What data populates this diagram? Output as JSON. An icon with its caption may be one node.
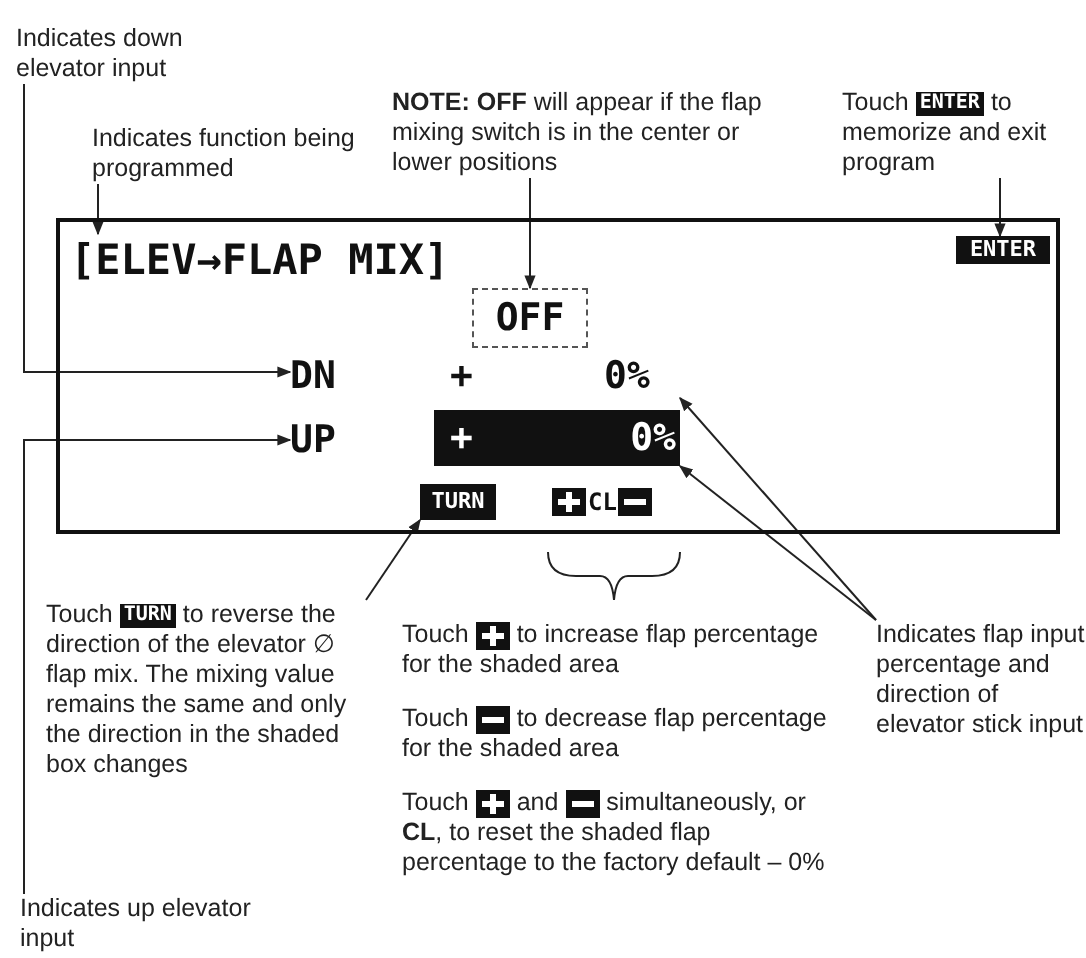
{
  "diagram": {
    "nodes": [
      {
        "text": [
          "Indicates down elevator input"
        ]
      },
      {
        "text": [
          "Indicates function being programmed"
        ]
      },
      {
        "text": [
          "**NOTE: OFF** will appear if the flap mixing switch is in the center or lower positions"
        ]
      },
      {
        "text": [
          "Touch",
          "ENTER",
          "to memorize and exit program"
        ]
      },
      {
        "text": [],
        "shape": "box"
      },
      {
        "text": [
          "[ELEV→FLAP MIX]"
        ],
        "in": 4
      },
      {
        "text": [
          "ENTER"
        ],
        "in": 4
      },
      {
        "text": [
          "OFF"
        ],
        "in": 4
      },
      {
        "text": [
          "DN"
        ],
        "in": 4
      },
      {
        "text": [
          "+"
        ],
        "in": 4
      },
      {
        "text": [
          "0%"
        ],
        "in": 4
      },
      {
        "text": [
          "UP"
        ],
        "in": 4
      },
      {
        "text": [
          "+",
          "0%"
        ],
        "in": 4
      },
      {
        "text": [
          "TURN"
        ],
        "in": 4
      },
      {
        "text": [
          "CL"
        ],
        "in": 4
      },
      {
        "text": [
          "Touch",
          "TURN",
          "to reverse the direction of the elevator ∅ flap mix. The mixing value remains the same and only the direction in the shaded box changes"
        ]
      },
      {
        "text": [
          "Indicates flap input percentage and direction of elevator stick input"
        ]
      },
      {
        "text": [
          "Indicates up elevator input"
        ]
      }
    ],
    "edges": [
      {
        "from": 0,
        "to": 8,
        "arrow": "to"
      },
      {
        "from": 1,
        "to": 5,
        "arrow": "to"
      },
      {
        "from": 2,
        "to": 7,
        "arrow": "to"
      },
      {
        "from": 3,
        "to": 6,
        "arrow": "to"
      },
      {
        "from": 15,
        "to": 13,
        "arrow": "to"
      },
      {
        "from": 16,
        "to": 10,
        "arrow": "to"
      },
      {
        "from": 16,
        "to": 12,
        "arrow": "to"
      },
      {
        "from": 17,
        "to": 11,
        "arrow": "to"
      }
    ],
    "labels": [
      "Touch",
      "to increase flap percentage for the shaded area",
      "Touch",
      "to decrease flap percentage for the shaded area",
      "Touch",
      "and",
      "simultaneously, or **CL**, to reset the shaded flap percentage to the factory default – 0%"
    ]
  }
}
